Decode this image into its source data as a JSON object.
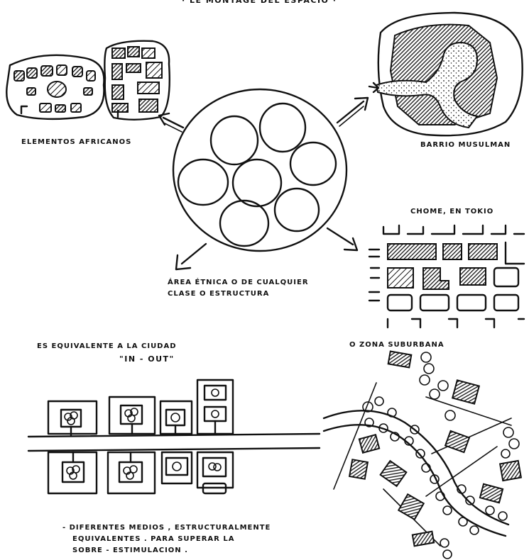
{
  "labels": {
    "title": "· LE MONTAGE DEL ESPACIO ·",
    "african": "ELEMENTOS AFRICANOS",
    "muslim": "BARRIO MUSULMAN",
    "chome": "CHOME, EN TOKIO",
    "ethnic_line1": "ÁREA ÉTNICA O DE CUALQUIER",
    "ethnic_line2": "CLASE O ESTRUCTURA",
    "inout_line1": "ES EQUIVALENTE A LA CIUDAD",
    "inout_line2": "\"IN - OUT\"",
    "suburban": "O ZONA SUBURBANA",
    "caption_line1": "- DIFERENTES MEDIOS , ESTRUCTURALMENTE",
    "caption_line2": "EQUIVALENTES . PARA SUPERAR LA",
    "caption_line3": "SOBRE - ESTIMULACION ."
  },
  "colors": {
    "ink": "#111111",
    "paper": "#ffffff"
  }
}
